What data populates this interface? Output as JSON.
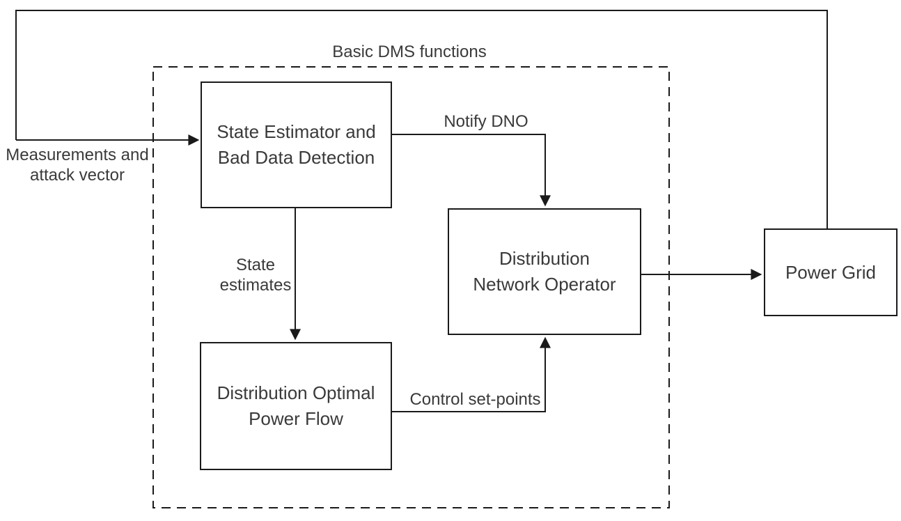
{
  "diagram": {
    "group_label": "Basic DMS functions",
    "nodes": [
      {
        "id": "state-estimator",
        "label": "State Estimator and\nBad Data Detection"
      },
      {
        "id": "distribution-network-operator",
        "label": "Distribution\nNetwork Operator"
      },
      {
        "id": "distribution-optimal-power-flow",
        "label": "Distribution Optimal\nPower Flow"
      },
      {
        "id": "power-grid",
        "label": "Power Grid"
      }
    ],
    "edge_labels": {
      "measurements": "Measurements and\nattack vector",
      "notify": "Notify DNO",
      "state_estimates": "State\nestimates",
      "control_setpoints": "Control set-points"
    },
    "colors": {
      "line": "#1a1a1a",
      "text": "#3a3a3a",
      "background": "#ffffff"
    }
  }
}
